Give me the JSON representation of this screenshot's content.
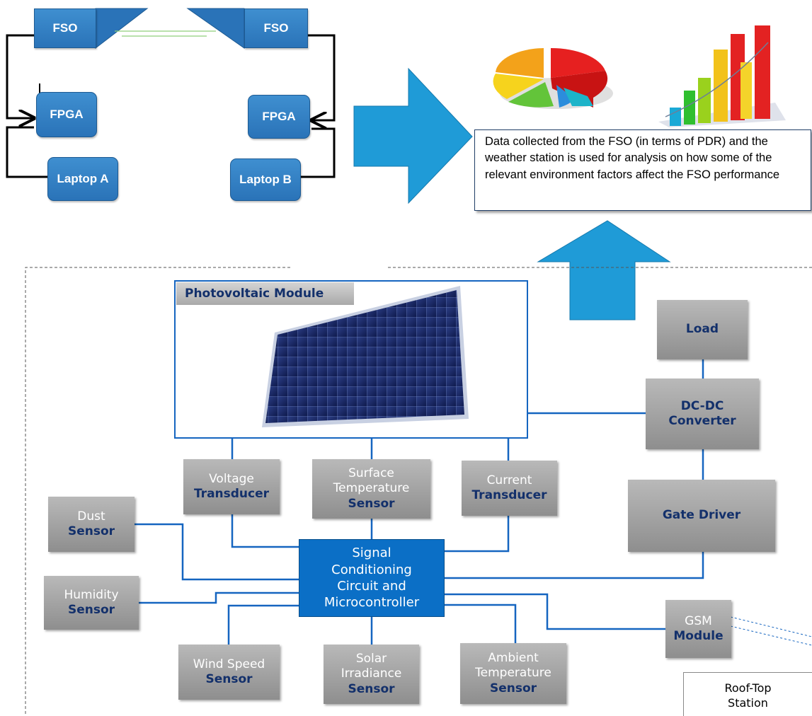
{
  "fso_system": {
    "fso_left": "FSO",
    "fso_right": "FSO",
    "fpga_left": "FPGA",
    "fpga_right": "FPGA",
    "laptop_a": "Laptop A",
    "laptop_b": "Laptop B"
  },
  "analysis": {
    "description": "Data collected from the FSO (in terms of PDR) and the weather station is used for analysis on how some of the relevant environment factors affect the FSO performance"
  },
  "pv_module": {
    "label": "Photovoltaic Module"
  },
  "components": {
    "load": "Load",
    "dcdc_line1": "DC-DC",
    "dcdc_line2": "Converter",
    "gate_driver": "Gate Driver",
    "gsm_line1": "GSM",
    "gsm_line2": "Module"
  },
  "sensors": {
    "voltage": {
      "line1": "Voltage",
      "line2": "Transducer"
    },
    "surface_temp": {
      "line1": "Surface",
      "line2": "Temperature",
      "line3": "Sensor"
    },
    "current": {
      "line1": "Current",
      "line2": "Transducer"
    },
    "dust": {
      "line1": "Dust",
      "line2": "Sensor"
    },
    "humidity": {
      "line1": "Humidity",
      "line2": "Sensor"
    },
    "wind": {
      "line1": "Wind Speed",
      "line2": "Sensor"
    },
    "solar": {
      "line1": "Solar",
      "line2": "Irradiance",
      "line3": "Sensor"
    },
    "ambient": {
      "line1": "Ambient",
      "line2": "Temperature",
      "line3": "Sensor"
    }
  },
  "signal": {
    "line1": "Signal",
    "line2": "Conditioning",
    "line3": "Circuit and",
    "line4": "Microcontroller"
  },
  "rooftop": {
    "line1": "Roof-Top",
    "line2": "Station"
  },
  "colors": {
    "blue_box": "#2a73b8",
    "arrow_blue": "#1f9bd7",
    "signal_blue": "#0b6fc6",
    "gray_box": "#9a9a9a",
    "dark_blue_text": "#13306b",
    "connector": "#1565c0"
  }
}
